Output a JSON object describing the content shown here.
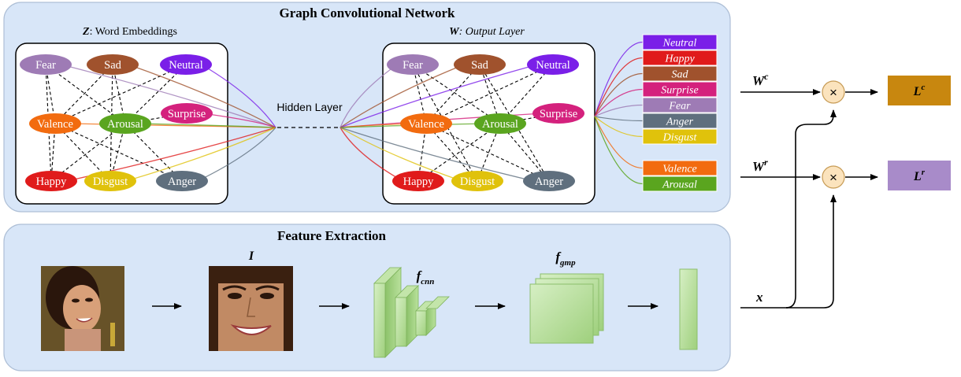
{
  "gcn": {
    "title": "Graph Convolutional Network",
    "z_symbol": "Z",
    "z_label": ": Word Embeddings",
    "w_symbol": "W",
    "w_label": ": Output Layer",
    "hidden_layer": "Hidden Layer"
  },
  "nodes": [
    {
      "id": "fear",
      "label": "Fear",
      "color": "#9e7bb5"
    },
    {
      "id": "sad",
      "label": "Sad",
      "color": "#a0522d"
    },
    {
      "id": "neutral",
      "label": "Neutral",
      "color": "#7a1fe8"
    },
    {
      "id": "surprise",
      "label": "Surprise",
      "color": "#d4217d"
    },
    {
      "id": "valence",
      "label": "Valence",
      "color": "#f26b0f"
    },
    {
      "id": "arousal",
      "label": "Arousal",
      "color": "#5aa51f"
    },
    {
      "id": "happy",
      "label": "Happy",
      "color": "#e01b1b"
    },
    {
      "id": "disgust",
      "label": "Disgust",
      "color": "#e0c20b"
    },
    {
      "id": "anger",
      "label": "Anger",
      "color": "#5f6f7e"
    }
  ],
  "output_bars_categorical": [
    {
      "label": "Neutral",
      "color": "#7a1fe8"
    },
    {
      "label": "Happy",
      "color": "#e01b1b"
    },
    {
      "label": "Sad",
      "color": "#a0522d"
    },
    {
      "label": "Surprise",
      "color": "#d4217d"
    },
    {
      "label": "Fear",
      "color": "#9e7bb5"
    },
    {
      "label": "Anger",
      "color": "#5f6f7e"
    },
    {
      "label": "Disgust",
      "color": "#e0c20b"
    }
  ],
  "output_bars_continuous": [
    {
      "label": "Valence",
      "color": "#f26b0f"
    },
    {
      "label": "Arousal",
      "color": "#5aa51f"
    }
  ],
  "heads": {
    "wc_base": "W",
    "wc_sup": "c",
    "wr_base": "W",
    "wr_sup": "r",
    "lc_base": "L",
    "lc_sup": "c",
    "lr_base": "L",
    "lr_sup": "r",
    "x_label": "x",
    "multiply": "×",
    "lc_color": "#c8870f",
    "lr_color": "#a88bc9"
  },
  "feature": {
    "title": "Feature Extraction",
    "i_label": "I",
    "fcnn_base": "f",
    "fcnn_sub": "cnn",
    "fgmp_base": "f",
    "fgmp_sub": "gmp"
  }
}
